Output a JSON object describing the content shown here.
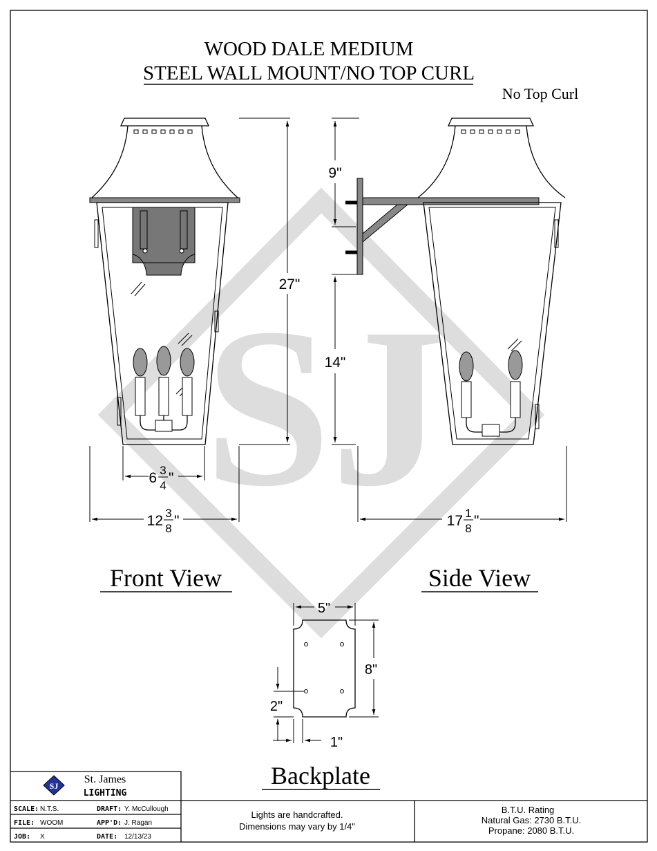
{
  "title": {
    "line1": "WOOD DALE MEDIUM",
    "line2": "STEEL WALL MOUNT/NO TOP CURL",
    "variant": "No Top Curl"
  },
  "watermark": {
    "text": "SJ"
  },
  "front_view": {
    "label": "Front View",
    "height": "27\"",
    "width_inner": {
      "whole": "6",
      "num": "3",
      "den": "4",
      "unit": "\""
    },
    "width_outer": {
      "whole": "12",
      "num": "3",
      "den": "8",
      "unit": "\""
    }
  },
  "side_view": {
    "label": "Side View",
    "top_to_mount": "9\"",
    "mount_to_bottom": "14\"",
    "depth": {
      "whole": "17",
      "num": "1",
      "den": "8",
      "unit": "\""
    }
  },
  "backplate": {
    "label": "Backplate",
    "width": "5\"",
    "height": "8\"",
    "hole_offset": "2\"",
    "edge_offset": "1\""
  },
  "title_block": {
    "company_line1": "St. James",
    "company_line2": "LIGHTING",
    "logo_text": "SJ",
    "scale_label": "SCALE:",
    "scale": "N.T.S.",
    "draft_label": "DRAFT:",
    "draft": "Y. McCullough",
    "file_label": "FILE:",
    "file": "WOOM",
    "appd_label": "APP'D:",
    "appd": "J. Ragan",
    "job_label": "JOB:",
    "job": "X",
    "date_label": "DATE:",
    "date": "12/13/23",
    "note_line1": "Lights are handcrafted.",
    "note_line2": "Dimensions may vary by 1/4\"",
    "btu_title": "B.T.U. Rating",
    "btu_gas": "Natural Gas: 2730 B.T.U.",
    "btu_propane": "Propane: 2080 B.T.U."
  }
}
